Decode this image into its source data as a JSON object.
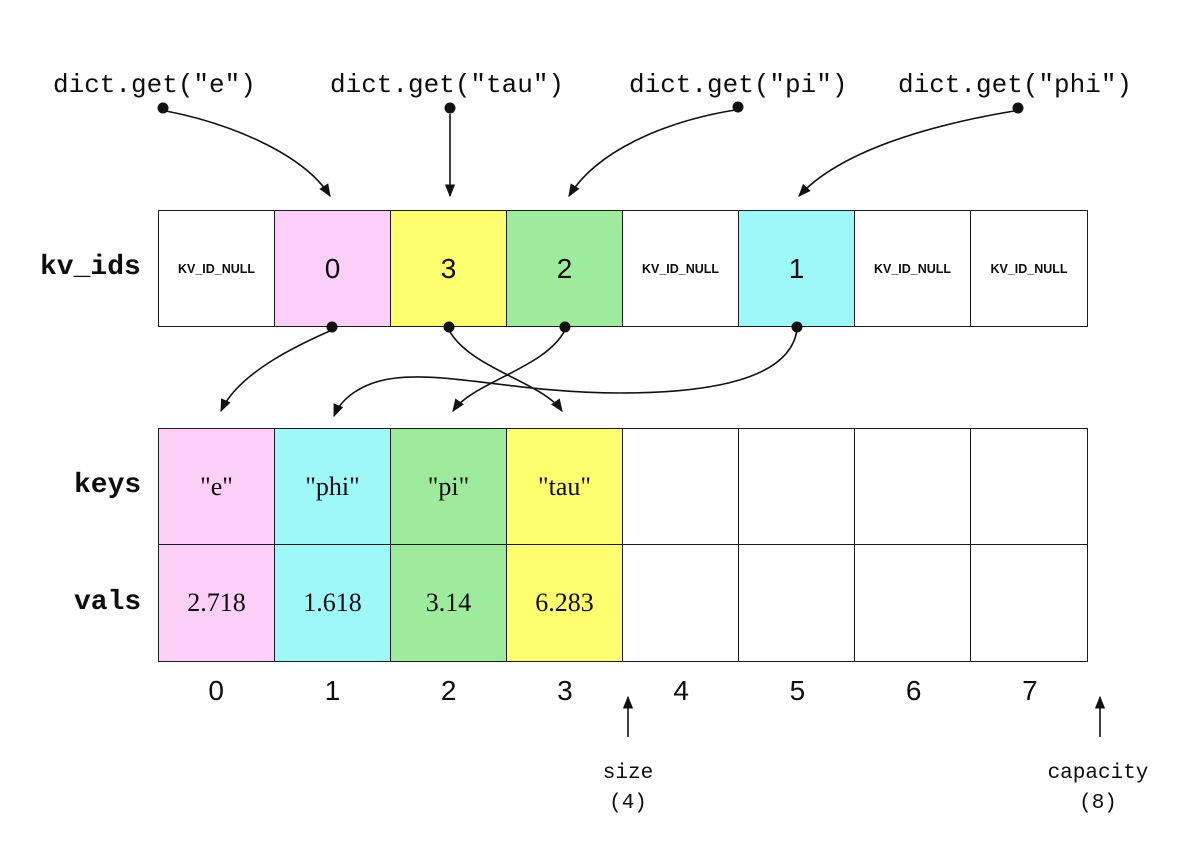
{
  "colors": {
    "pink": "#FBCFF7",
    "yellow": "#FEFE6E",
    "green": "#9EEB9E",
    "cyan": "#9EF7F9",
    "empty": "#FFFFFF",
    "line": "#111111"
  },
  "calls": [
    {
      "label": "dict.get(\"e\")"
    },
    {
      "label": "dict.get(\"tau\")"
    },
    {
      "label": "dict.get(\"pi\")"
    },
    {
      "label": "dict.get(\"phi\")"
    }
  ],
  "kv_ids": {
    "label": "kv_ids",
    "cells": [
      {
        "text": "KV_ID_NULL",
        "bg": "#FFFFFF"
      },
      {
        "text": "0",
        "bg": "#FBCFF7"
      },
      {
        "text": "3",
        "bg": "#FEFE6E"
      },
      {
        "text": "2",
        "bg": "#9EEB9E"
      },
      {
        "text": "KV_ID_NULL",
        "bg": "#FFFFFF"
      },
      {
        "text": "1",
        "bg": "#9EF7F9"
      },
      {
        "text": "KV_ID_NULL",
        "bg": "#FFFFFF"
      },
      {
        "text": "KV_ID_NULL",
        "bg": "#FFFFFF"
      }
    ]
  },
  "keys": {
    "label": "keys",
    "cells": [
      {
        "text": "\"e\"",
        "bg": "#FBCFF7"
      },
      {
        "text": "\"phi\"",
        "bg": "#9EF7F9"
      },
      {
        "text": "\"pi\"",
        "bg": "#9EEB9E"
      },
      {
        "text": "\"tau\"",
        "bg": "#FEFE6E"
      },
      {
        "text": "",
        "bg": "#FFFFFF"
      },
      {
        "text": "",
        "bg": "#FFFFFF"
      },
      {
        "text": "",
        "bg": "#FFFFFF"
      },
      {
        "text": "",
        "bg": "#FFFFFF"
      }
    ]
  },
  "vals": {
    "label": "vals",
    "cells": [
      {
        "text": "2.718",
        "bg": "#FBCFF7"
      },
      {
        "text": "1.618",
        "bg": "#9EF7F9"
      },
      {
        "text": "3.14",
        "bg": "#9EEB9E"
      },
      {
        "text": "6.283",
        "bg": "#FEFE6E"
      },
      {
        "text": "",
        "bg": "#FFFFFF"
      },
      {
        "text": "",
        "bg": "#FFFFFF"
      },
      {
        "text": "",
        "bg": "#FFFFFF"
      },
      {
        "text": "",
        "bg": "#FFFFFF"
      }
    ]
  },
  "indices": [
    "0",
    "1",
    "2",
    "3",
    "4",
    "5",
    "6",
    "7"
  ],
  "size": {
    "label": "size",
    "value": "(4)"
  },
  "capacity": {
    "label": "capacity",
    "value": "(8)"
  }
}
